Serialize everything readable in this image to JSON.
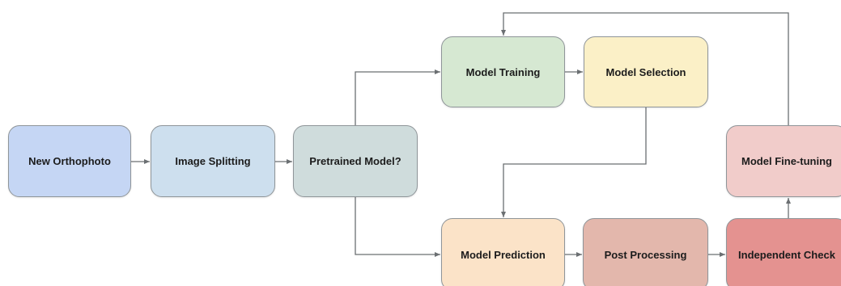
{
  "nodes": {
    "new_orthophoto": {
      "label": "New Orthophoto",
      "color": "#c5d6f4"
    },
    "image_splitting": {
      "label": "Image Splitting",
      "color": "#cddfee"
    },
    "pretrained_model": {
      "label": "Pretrained Model?",
      "color": "#cfdcdc"
    },
    "model_training": {
      "label": "Model Training",
      "color": "#d6e8d2"
    },
    "model_selection": {
      "label": "Model Selection",
      "color": "#fbf0c7"
    },
    "model_prediction": {
      "label": "Model Prediction",
      "color": "#fbe3c8"
    },
    "post_processing": {
      "label": "Post Processing",
      "color": "#e3b7ac"
    },
    "independent_check": {
      "label": "Independent Check",
      "color": "#e49290"
    },
    "model_fine_tuning": {
      "label": "Model Fine-tuning",
      "color": "#f1ccca"
    }
  },
  "edges": [
    {
      "from": "new_orthophoto",
      "to": "image_splitting"
    },
    {
      "from": "image_splitting",
      "to": "pretrained_model"
    },
    {
      "from": "pretrained_model",
      "to": "model_training"
    },
    {
      "from": "pretrained_model",
      "to": "model_prediction"
    },
    {
      "from": "model_training",
      "to": "model_selection"
    },
    {
      "from": "model_selection",
      "to": "model_prediction"
    },
    {
      "from": "model_prediction",
      "to": "post_processing"
    },
    {
      "from": "post_processing",
      "to": "independent_check"
    },
    {
      "from": "independent_check",
      "to": "model_fine_tuning"
    },
    {
      "from": "model_fine_tuning",
      "to": "model_training"
    }
  ],
  "line_color": "#6b6f72"
}
